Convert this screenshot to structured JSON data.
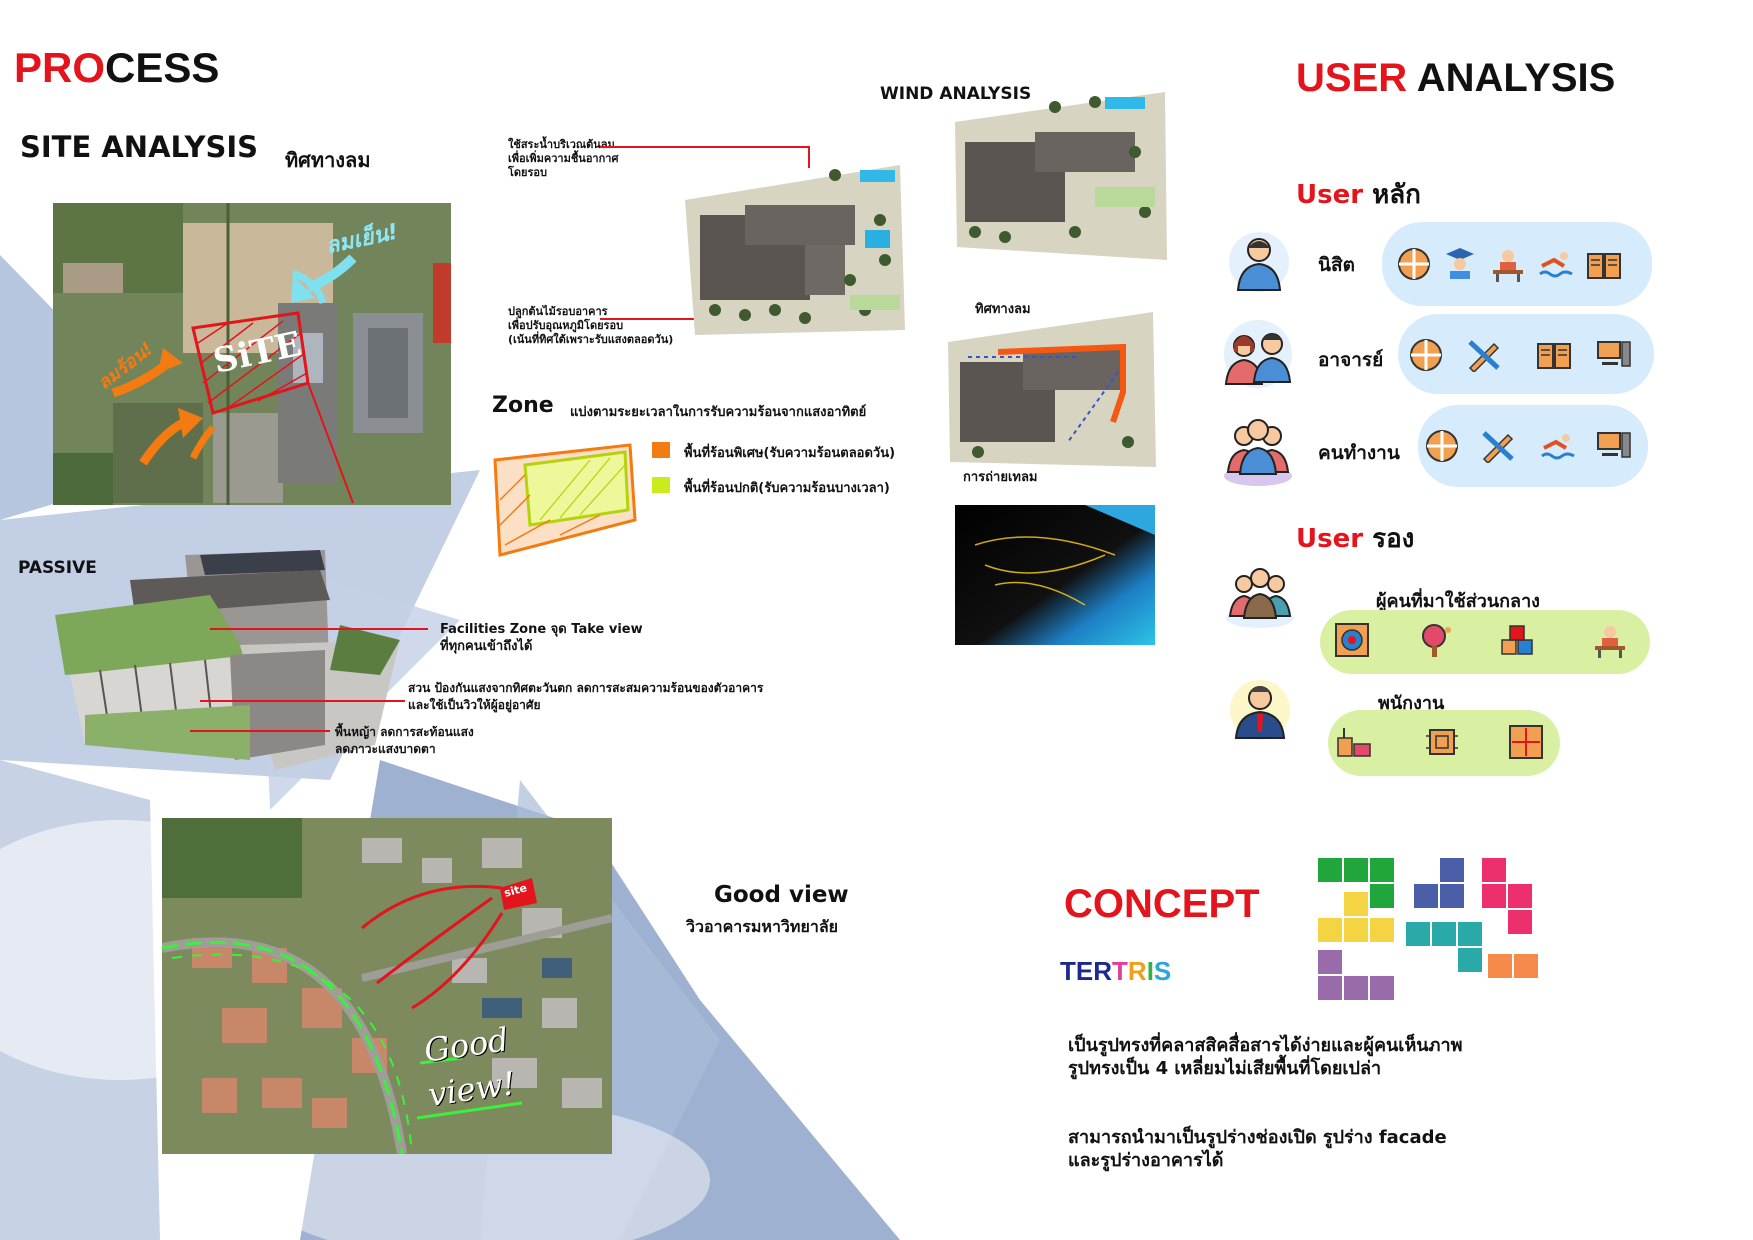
{
  "process": {
    "pro": "PRO",
    "cess": "CESS"
  },
  "site": {
    "title": "SITE ANALYSIS",
    "subtitle": "ทิศทางลม"
  },
  "site_map": {
    "label_cool": "ลมเย็น!",
    "label_hot": "ลมร้อน!",
    "label_site": "SiTE"
  },
  "wind": {
    "title": "WIND ANALYSIS",
    "note_fountain": "ใช้สระน้ำบริเวณต้นลม\nเพื่อเพิ่มความชื้นอากาศ\nโดยรอบ",
    "note_trees": "ปลูกต้นไม้รอบอาคาร\nเพื่อปรับอุณหภูมิโดยรอบ\n(เน้นที่ทิศใต้เพราะรับแสงตลอดวัน)",
    "label_direction": "ทิศทางลม",
    "label_ventilation": "การถ่ายเทลม"
  },
  "zone": {
    "title": "Zone",
    "subtitle": "แบ่งตามระยะเวลาในการรับความร้อนจากแสงอาทิตย์",
    "legend": [
      {
        "label": "พื้นที่ร้อนพิเศษ(รับความร้อนตลอดวัน)",
        "color": "#f47a12"
      },
      {
        "label": "พื้นที่ร้อนปกติ(รับความร้อนบางเวลา)",
        "color": "#cdea1c"
      }
    ]
  },
  "passive": {
    "title": "PASSIVE",
    "note1": "Facilities Zone จุด Take view\nที่ทุกคนเข้าถึงได้",
    "note2": "สวน ป้องกันแสงจากทิศตะวันตก  ลดการสะสมความร้อนของตัวอาคาร\nและใช้เป็นวิวให้ผู้อยู่อาศัย",
    "note3": "พื้นหญ้า ลดการสะท้อนแสง\nลดภาวะแสงบาดตา"
  },
  "goodview": {
    "title": "Good view",
    "subtitle": "วิวอาคารมหาวิทยาลัย",
    "map_text1": "Good",
    "map_text2": "view!",
    "map_site": "site"
  },
  "user": {
    "title_red": "USER",
    "title_black": " ANALYSIS",
    "primary_red": "User",
    "primary_black": " หลัก",
    "secondary_red": "User",
    "secondary_black": " รอง",
    "rows": [
      {
        "label": "นิสิต"
      },
      {
        "label": "อาจารย์"
      },
      {
        "label": "คนทำงาน"
      }
    ],
    "secondary_rows": [
      {
        "label": "ผู้คนที่มาใช้ส่วนกลาง"
      },
      {
        "label": "พนักงาน"
      }
    ]
  },
  "concept": {
    "title": "CONCEPT",
    "tetris_letters": [
      "T",
      "E",
      "R",
      "T",
      "R",
      "I",
      "S"
    ],
    "tetris_colors": [
      "#1b2a8f",
      "#1b2a8f",
      "#1b2a8f",
      "#e63b93",
      "#f0a018",
      "#33b04a",
      "#2aa6d8"
    ],
    "para1": "เป็นรูปทรงที่คลาสสิคสื่อสารได้ง่ายและผู้คนเห็นภาพ\nรูปทรงเป็น 4 เหลี่ยมไม่เสียพื้นที่โดยเปล่า",
    "para2": "สามารถนำมาเป็นรูปร่างช่องเปิด  รูปร่าง facade\nและรูปร่างอาคารได้"
  },
  "colors": {
    "accent_red": "#e3141b",
    "pill_blue": "#d6ebfb",
    "pill_green": "#d9f0a3",
    "bg_shape": "#8da3c9"
  }
}
